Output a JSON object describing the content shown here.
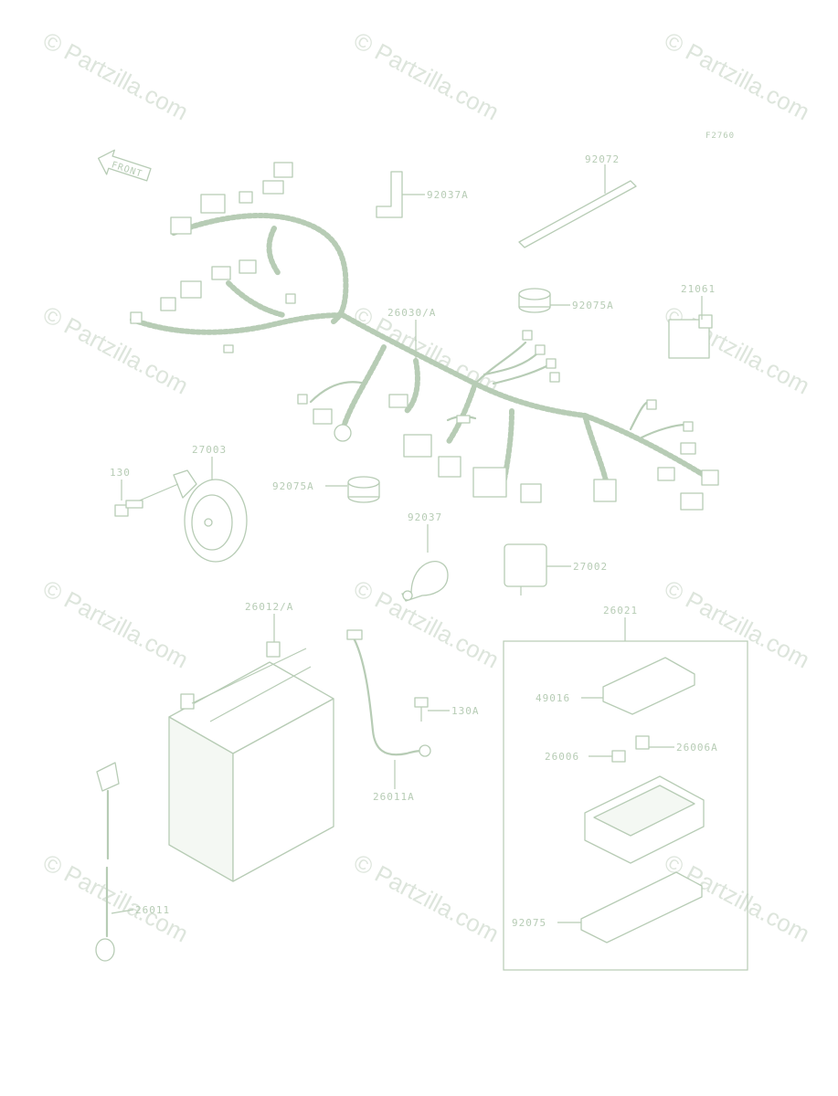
{
  "figure_code": "F2760",
  "watermark_text": "© Partzilla.com",
  "front_arrow_text": "FRONT",
  "labels": {
    "p92072": "92072",
    "p92037A": "92037A",
    "p92075A_top": "92075A",
    "p21061": "21061",
    "p26030A": "26030/A",
    "p27003": "27003",
    "p130": "130",
    "p92075A_mid": "92075A",
    "p92037": "92037",
    "p27002": "27002",
    "p26021": "26021",
    "p26012A": "26012/A",
    "p49016": "49016",
    "p130A": "130A",
    "p26006": "26006",
    "p26006A": "26006A",
    "p26011A": "26011A",
    "p26011": "26011",
    "p92075": "92075"
  }
}
